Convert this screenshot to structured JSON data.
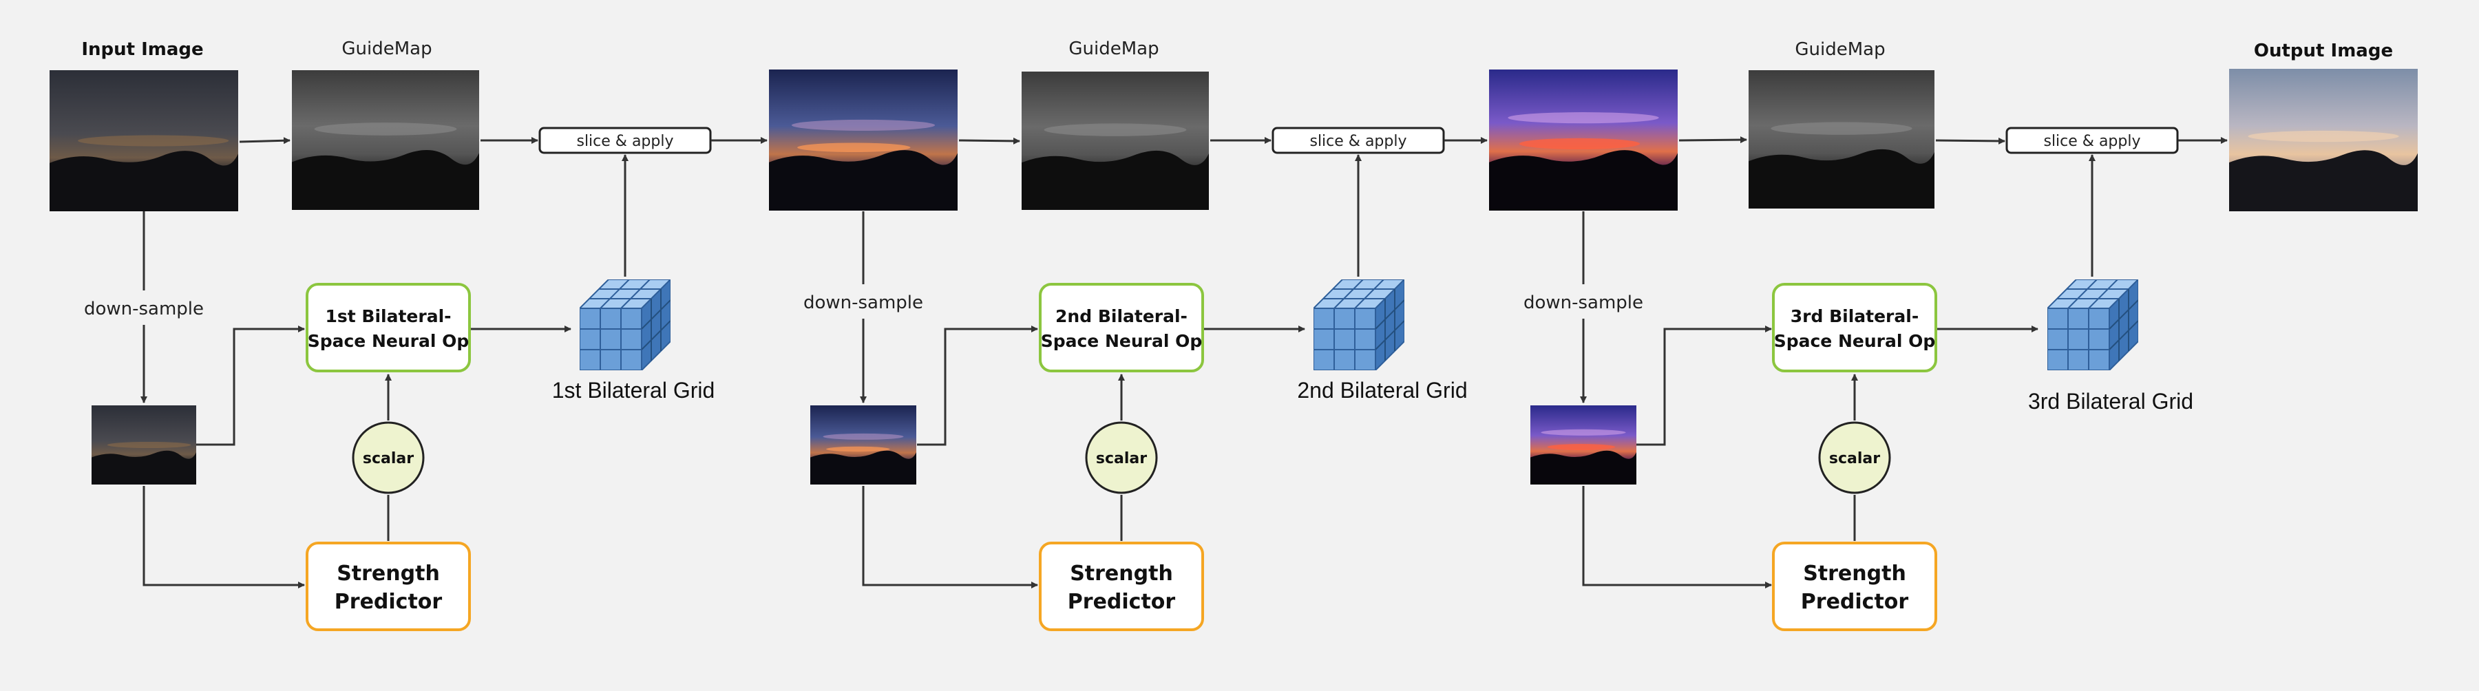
{
  "colors": {
    "background": "#f2f2f2",
    "arrow": "#333333",
    "op_box_border": "#8cc63f",
    "predictor_box_border": "#f5a623",
    "scalar_fill": "#eef3cf",
    "grid_cube": "#6b9fd8"
  },
  "input_label": "Input Image",
  "output_label": "Output Image",
  "stages": [
    {
      "guidemap_label": "GuideMap",
      "slice_label": "slice & apply",
      "downsample_label": "down-sample",
      "op_label_line1": "1st Bilateral-",
      "op_label_line2": "Space Neural Op",
      "scalar_label": "scalar",
      "predictor_line1": "Strength",
      "predictor_line2": "Predictor",
      "grid_label": "1st Bilateral Grid",
      "image_tone": "dim-sunset",
      "output_tone": "blue-sunset"
    },
    {
      "guidemap_label": "GuideMap",
      "slice_label": "slice & apply",
      "downsample_label": "down-sample",
      "op_label_line1": "2nd Bilateral-",
      "op_label_line2": "Space Neural Op",
      "scalar_label": "scalar",
      "predictor_line1": "Strength",
      "predictor_line2": "Predictor",
      "grid_label": "2nd Bilateral Grid",
      "image_tone": "blue-sunset",
      "output_tone": "purple-sunset"
    },
    {
      "guidemap_label": "GuideMap",
      "slice_label": "slice & apply",
      "downsample_label": "down-sample",
      "op_label_line1": "3rd Bilateral-",
      "op_label_line2": "Space Neural Op",
      "scalar_label": "scalar",
      "predictor_line1": "Strength",
      "predictor_line2": "Predictor",
      "grid_label": "3rd Bilateral Grid",
      "image_tone": "purple-sunset",
      "output_tone": "bright-sunset"
    }
  ]
}
